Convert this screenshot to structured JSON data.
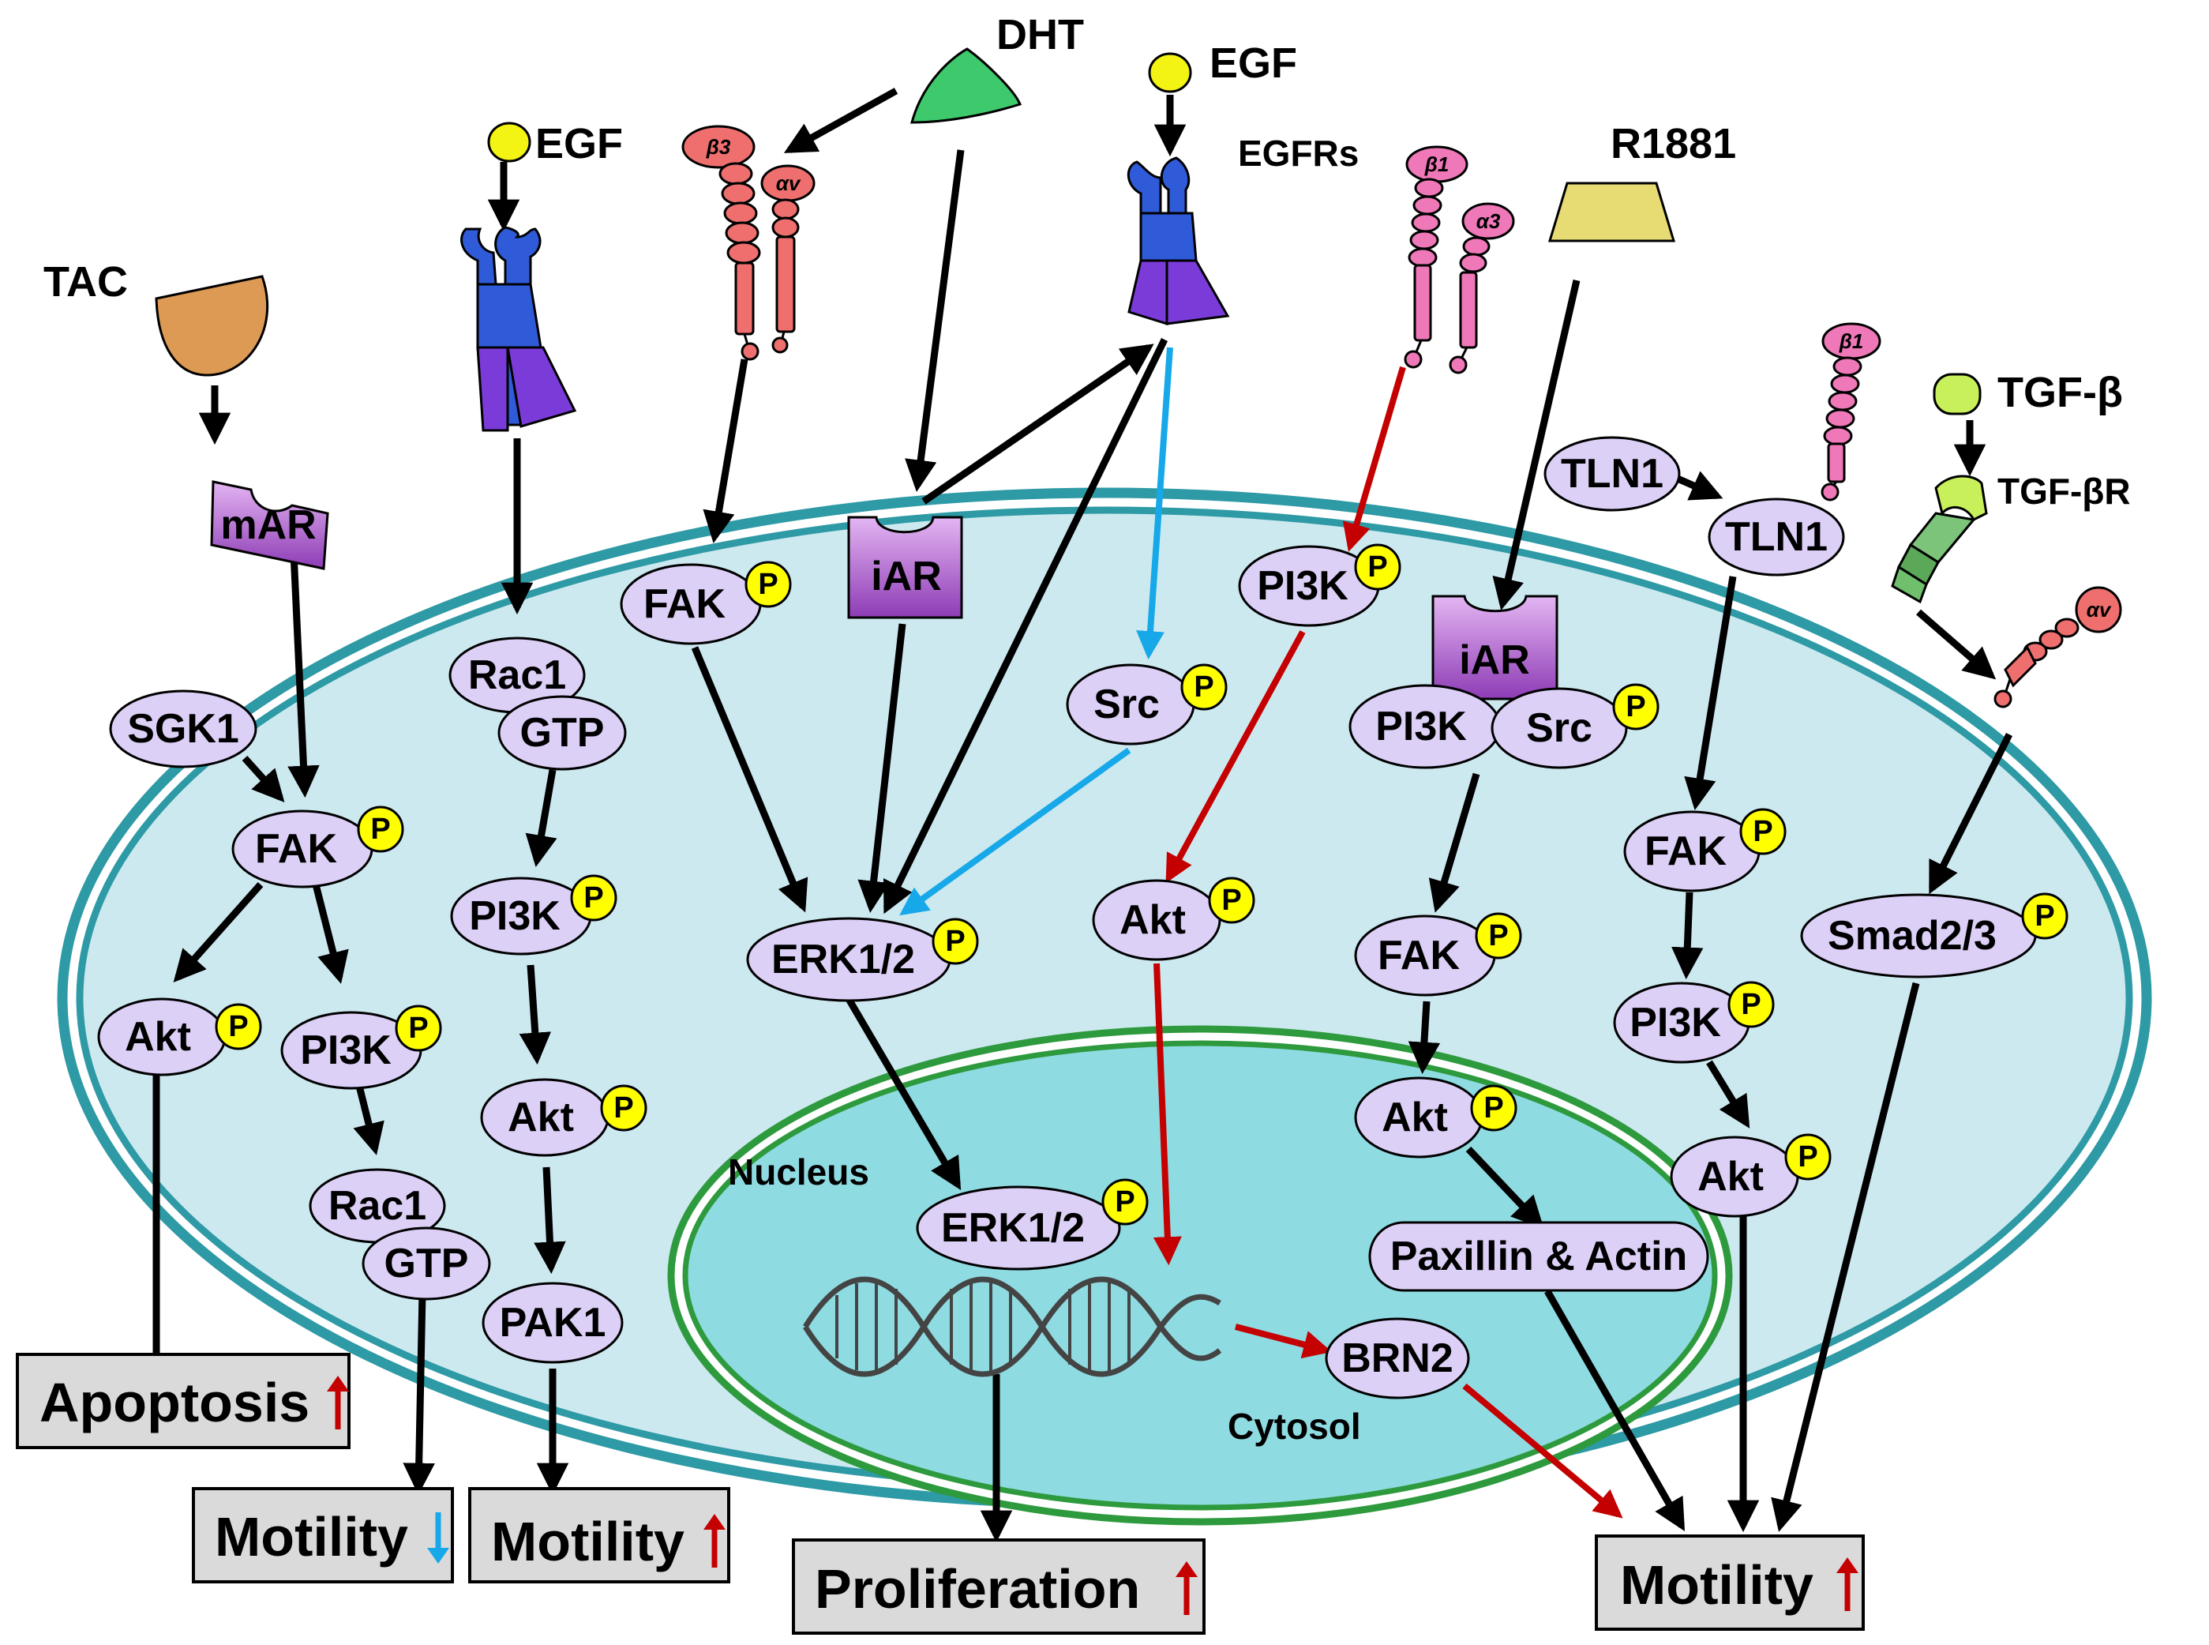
{
  "ligands": {
    "tac": "TAC",
    "egf_left": "EGF",
    "dht": "DHT",
    "egf_right": "EGF",
    "r1881": "R1881",
    "tgfb": "TGF-β"
  },
  "receptors": {
    "egfrs": "EGFRs",
    "tgfbr": "TGF-βR",
    "mar": "mAR",
    "iar_top": "iAR",
    "iar_complex": "iAR"
  },
  "integrins": {
    "b3": "β3",
    "av": "αv",
    "b1_left": "β1",
    "a3": "α3",
    "b1_right": "β1",
    "av_right": "αv"
  },
  "regions": {
    "nucleus": "Nucleus",
    "cytosol": "Cytosol"
  },
  "phospho_label": "P",
  "nodes": {
    "sgk1": "SGK1",
    "fak_a": "FAK",
    "akt_a": "Akt",
    "pi3k_a": "PI3K",
    "rac1_a": "Rac1",
    "gtp_a": "GTP",
    "rac1_b": "Rac1",
    "gtp_b": "GTP",
    "pi3k_b": "PI3K",
    "akt_b": "Akt",
    "pak1": "PAK1",
    "fak_c": "FAK",
    "erk_cyt": "ERK1/2",
    "erk_nuc": "ERK1/2",
    "src": "Src",
    "pi3k_d": "PI3K",
    "akt_d": "Akt",
    "pi3k_e": "PI3K",
    "src_e": "Src",
    "fak_e": "FAK",
    "akt_e": "Akt",
    "paxillin": "Paxillin & Actin",
    "tln1_a": "TLN1",
    "tln1_b": "TLN1",
    "fak_f": "FAK",
    "pi3k_f": "PI3K",
    "akt_f": "Akt",
    "smad": "Smad2/3",
    "brn2": "BRN2"
  },
  "outcomes": {
    "apoptosis": "Apoptosis",
    "motility_down": "Motility",
    "motility_up_left": "Motility",
    "proliferation": "Proliferation",
    "motility_up_right": "Motility"
  },
  "colors": {
    "cell_fill": "#cde9f0",
    "cell_border": "#2e9aa5",
    "nucleus_fill": "#8fdbe2",
    "nucleus_border": "#2e9a3e",
    "node_fill": "#ddd0f7",
    "phospho_fill": "#ffff00",
    "receptor_blue": "#2f5bd9",
    "receptor_purple": "#7a3bd9",
    "ar_purple": "#a34bc7",
    "integrin_red": "#ef6f6f",
    "integrin_pink": "#ef78b8",
    "arrow_black": "#000000",
    "arrow_blue": "#16a8e8",
    "arrow_red": "#c40000",
    "tac_orange": "#dd9a55",
    "dht_green": "#3ec96d",
    "egf_yellow": "#f3f314",
    "r1881_yellow": "#e6dc73",
    "tgfb_green": "#c8f05a",
    "outcome_box": "#dadada"
  }
}
